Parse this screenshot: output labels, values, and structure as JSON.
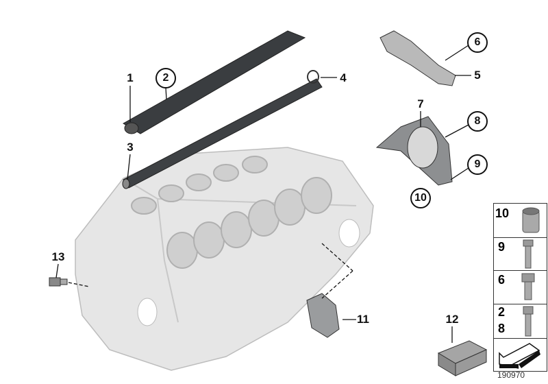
{
  "diagram_id": "190970",
  "callouts": [
    {
      "number": "1",
      "circled": false
    },
    {
      "number": "2",
      "circled": true
    },
    {
      "number": "3",
      "circled": false
    },
    {
      "number": "4",
      "circled": false
    },
    {
      "number": "5",
      "circled": false
    },
    {
      "number": "6",
      "circled": true
    },
    {
      "number": "7",
      "circled": false
    },
    {
      "number": "8",
      "circled": true
    },
    {
      "number": "9",
      "circled": true
    },
    {
      "number": "10",
      "circled": true
    },
    {
      "number": "11",
      "circled": false
    },
    {
      "number": "12",
      "circled": false
    },
    {
      "number": "13",
      "circled": false
    }
  ],
  "legend_panel": [
    {
      "numbers": [
        "10"
      ],
      "part": "sleeve-icon"
    },
    {
      "numbers": [
        "9"
      ],
      "part": "long-bolt-icon"
    },
    {
      "numbers": [
        "6"
      ],
      "part": "short-bolt-icon"
    },
    {
      "numbers": [
        "2",
        "8"
      ],
      "part": "collar-bolt-icon"
    },
    {
      "numbers": [],
      "part": "direction-arrow-icon"
    }
  ],
  "colors": {
    "part_dark": "#3a3d40",
    "part_light": "#d6d6d6",
    "outline": "#111111"
  }
}
